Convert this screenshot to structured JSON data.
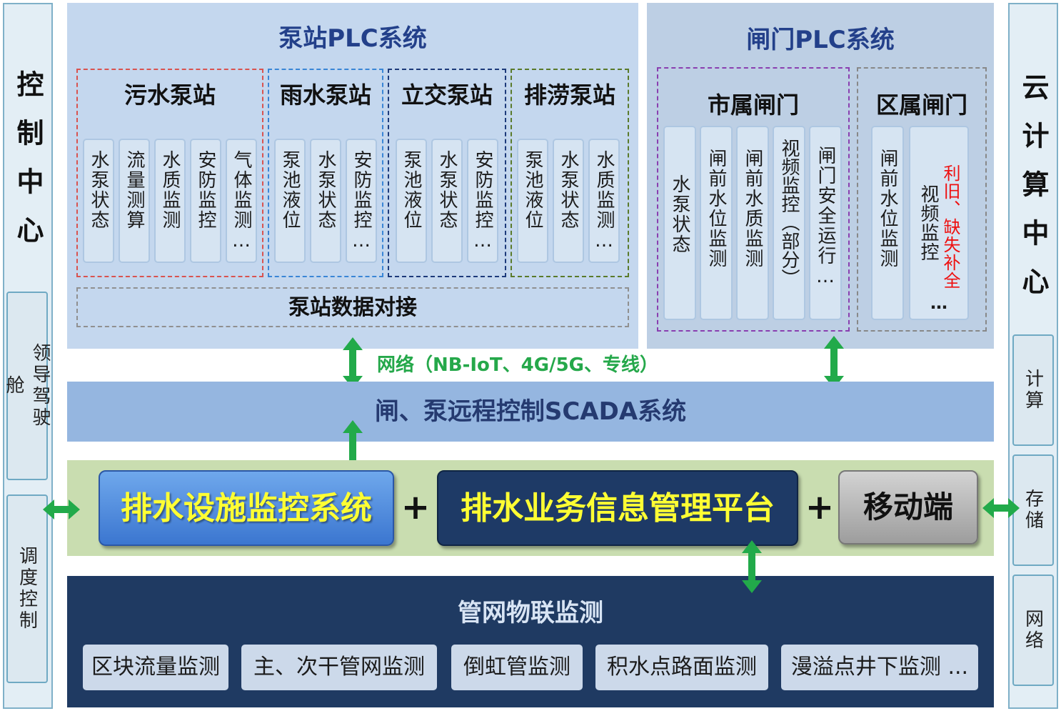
{
  "left_column": {
    "title": "控制中心",
    "items": [
      "领导驾驶舱",
      "调度控制"
    ]
  },
  "right_column": {
    "title": "云计算中心",
    "items": [
      "计算",
      "存储",
      "网络"
    ]
  },
  "pump_plc": {
    "title": "泵站PLC系统",
    "groups": [
      {
        "name": "污水泵站",
        "cells": [
          "水泵状态",
          "流量测算",
          "水质监测",
          "安防监控",
          "气体监测…"
        ]
      },
      {
        "name": "雨水泵站",
        "cells": [
          "泵池液位",
          "水泵状态",
          "安防监控…"
        ]
      },
      {
        "name": "立交泵站",
        "cells": [
          "泵池液位",
          "水泵状态",
          "安防监控…"
        ]
      },
      {
        "name": "排涝泵站",
        "cells": [
          "泵池液位",
          "水泵状态",
          "水质监测…"
        ]
      }
    ],
    "docking": "泵站数据对接"
  },
  "gate_plc": {
    "title": "闸门PLC系统",
    "groups": [
      {
        "name": "市属闸门",
        "cells": [
          "水泵状态",
          "闸前水位监测",
          "闸前水质监测",
          "视频监控（部分）",
          "闸门安全运行…"
        ]
      },
      {
        "name": "区属闸门",
        "cells": [
          "闸前水位监测"
        ],
        "special_cell": {
          "black": "视频监控",
          "red": "利旧、缺失补全",
          "tail": "…"
        }
      }
    ]
  },
  "network_label": "网络（NB-IoT、4G/5G、专线）",
  "scada": "闸、泵远程控制SCADA系统",
  "platform": {
    "monitor": "排水设施监控系统",
    "plus": "+",
    "info": "排水业务信息管理平台",
    "mobile": "移动端"
  },
  "pipe_network": {
    "title": "管网物联监测",
    "items": [
      "区块流量监测",
      "主、次干管网监测",
      "倒虹管监测",
      "积水点路面监测",
      "漫溢点井下监测 ..."
    ]
  },
  "colors": {
    "arrow": "#22aa4a",
    "red_text": "#ee1111",
    "sewage_border": "#d9534f",
    "rain_border": "#3a86d6",
    "overpass_border": "#1d3a7a",
    "drain_border": "#5a7a2a",
    "city_gate_border": "#8a3fb0",
    "district_gate_border": "#888888"
  }
}
